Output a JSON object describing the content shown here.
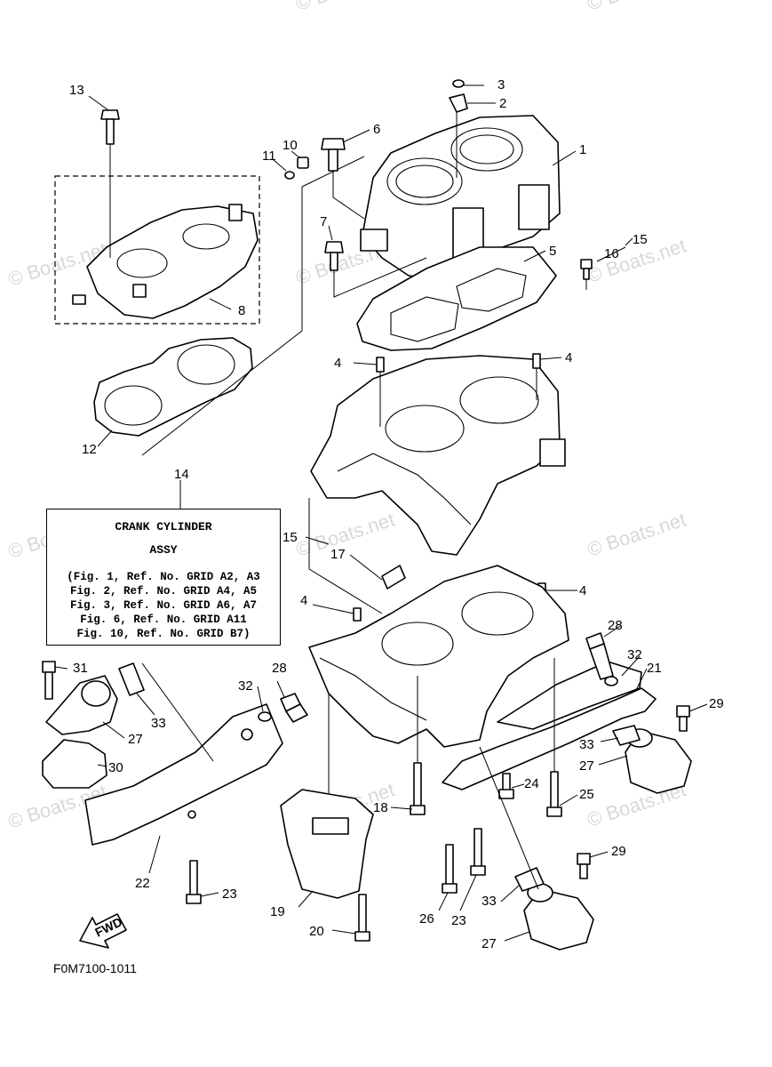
{
  "watermark": "© Boats.net",
  "reference_code": "F0M7100-1011",
  "fwd_label": "FWD",
  "note": {
    "title_line_1": "CRANK CYLINDER",
    "title_line_2": "ASSY",
    "lines": [
      "(Fig. 1, Ref. No. GRID A2, A3",
      "Fig. 2, Ref. No. GRID A4, A5",
      "Fig. 3, Ref. No. GRID A6, A7",
      "Fig. 6, Ref. No. GRID A11",
      "Fig. 10, Ref. No. GRID B7)"
    ]
  },
  "callouts": {
    "c1": "1",
    "c2": "2",
    "c3": "3",
    "c4a": "4",
    "c4b": "4",
    "c4c": "4",
    "c4d": "4",
    "c5": "5",
    "c6": "6",
    "c7": "7",
    "c8": "8",
    "c10": "10",
    "c11": "11",
    "c12": "12",
    "c13": "13",
    "c14": "14",
    "c15a": "15",
    "c15b": "15",
    "c16": "16",
    "c17": "17",
    "c18": "18",
    "c19": "19",
    "c20": "20",
    "c21": "21",
    "c22": "22",
    "c23a": "23",
    "c23b": "23",
    "c24": "24",
    "c25": "25",
    "c26": "26",
    "c27a": "27",
    "c27b": "27",
    "c27c": "27",
    "c28a": "28",
    "c28b": "28",
    "c29a": "29",
    "c29b": "29",
    "c30": "30",
    "c31": "31",
    "c32a": "32",
    "c32b": "32",
    "c33a": "33",
    "c33b": "33",
    "c33c": "33"
  }
}
